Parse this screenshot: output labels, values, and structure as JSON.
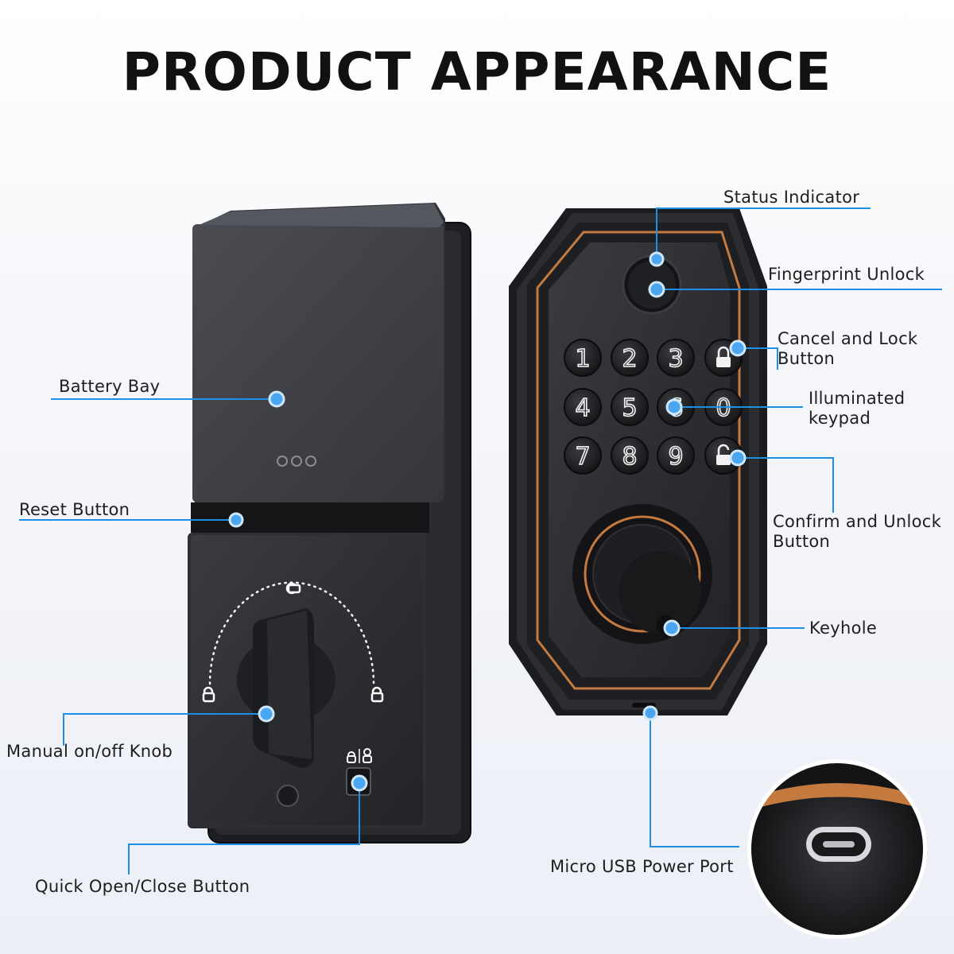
{
  "title": "PRODUCT APPEARANCE",
  "colors": {
    "callout_line": "#1e8fe6",
    "callout_dot": "#4aa6f0",
    "lock_body": "#2b2c30",
    "bronze_trim": "#c47a3f"
  },
  "keypad": {
    "keys": [
      "1",
      "2",
      "3",
      "4",
      "5",
      "6",
      "0",
      "7",
      "8",
      "9"
    ],
    "lock_key_icon": "lock-closed-icon",
    "unlock_key_icon": "lock-open-icon"
  },
  "callouts": {
    "battery_bay": "Battery Bay",
    "reset_button": "Reset Button",
    "manual_knob": "Manual on/off Knob",
    "quick_button": "Quick Open/Close Button",
    "status_indicator": "Status Indicator",
    "fingerprint_unlock": "Fingerprint Unlock",
    "cancel_lock": "Cancel and Lock Button",
    "illuminated_keypad": "Illuminated keypad",
    "confirm_unlock": "Confirm and Unlock Button",
    "keyhole": "Keyhole",
    "usb_port": "Micro USB Power Port"
  }
}
